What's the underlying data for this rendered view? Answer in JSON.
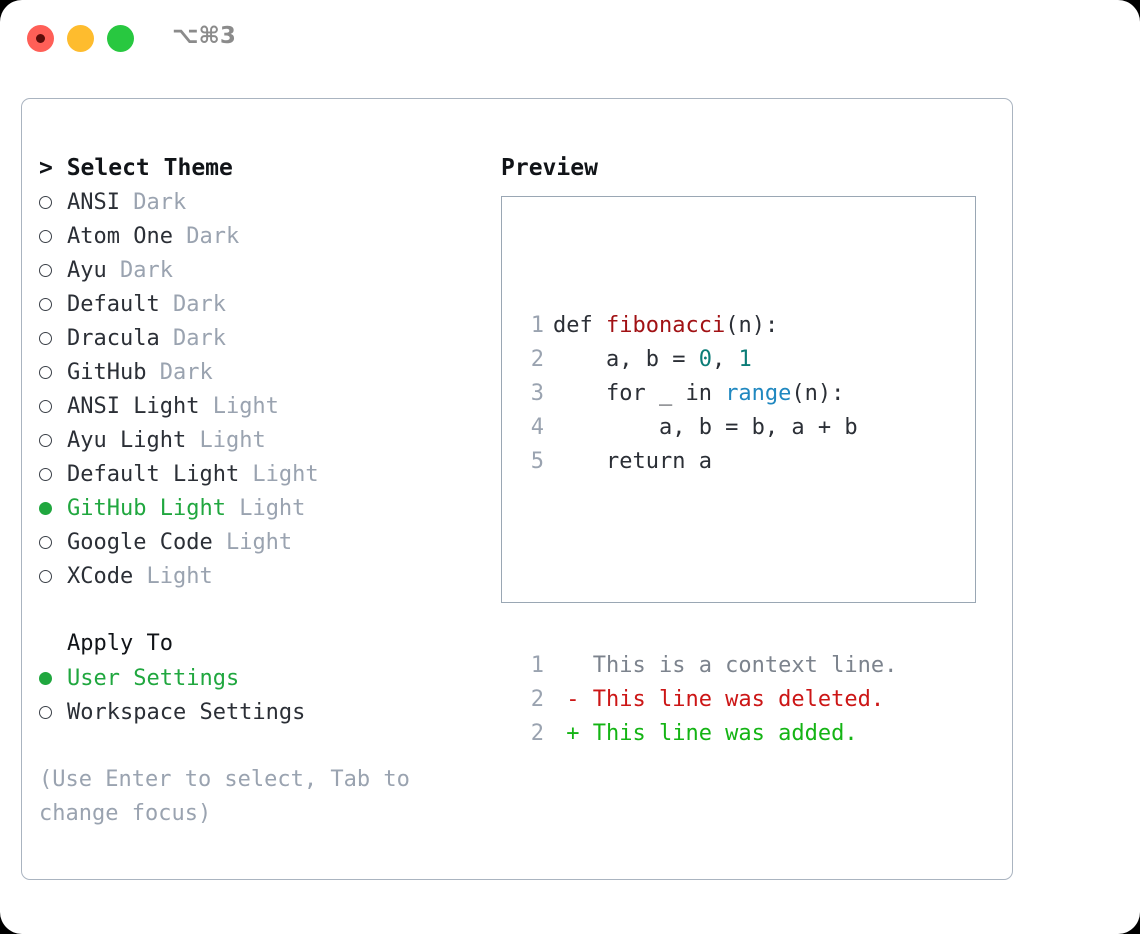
{
  "titlebar": {
    "shortcut": "⌥⌘3",
    "dots": [
      "close-red",
      "minimize-yellow",
      "maximize-green"
    ]
  },
  "colors": {
    "accent_green": "#20a73f",
    "muted": "#9aa3b0",
    "text": "#2b2f36",
    "border": "#aab4c0",
    "panel_border": "#9aa7b4",
    "diff_add": "#14b414",
    "diff_del": "#cc1616",
    "syntax_function": "#a11114",
    "syntax_number": "#0b7c77",
    "syntax_call": "#2088c0"
  },
  "theme_picker": {
    "heading": "> Select Theme",
    "items": [
      {
        "label": "ANSI",
        "suffix": "Dark",
        "selected": false
      },
      {
        "label": "Atom One",
        "suffix": "Dark",
        "selected": false
      },
      {
        "label": "Ayu",
        "suffix": "Dark",
        "selected": false
      },
      {
        "label": "Default",
        "suffix": "Dark",
        "selected": false
      },
      {
        "label": "Dracula",
        "suffix": "Dark",
        "selected": false
      },
      {
        "label": "GitHub",
        "suffix": "Dark",
        "selected": false
      },
      {
        "label": "ANSI Light",
        "suffix": "Light",
        "selected": false
      },
      {
        "label": "Ayu Light",
        "suffix": "Light",
        "selected": false
      },
      {
        "label": "Default Light",
        "suffix": "Light",
        "selected": false
      },
      {
        "label": "GitHub Light",
        "suffix": "Light",
        "selected": true
      },
      {
        "label": "Google Code",
        "suffix": "Light",
        "selected": false
      },
      {
        "label": "XCode",
        "suffix": "Light",
        "selected": false
      }
    ]
  },
  "apply_to": {
    "heading": "Apply To",
    "items": [
      {
        "label": "User Settings",
        "selected": true
      },
      {
        "label": "Workspace Settings",
        "selected": false
      }
    ]
  },
  "hint": "(Use Enter to select, Tab to change focus)",
  "preview": {
    "heading": "Preview",
    "code_lines": [
      {
        "n": "1",
        "parts": [
          {
            "t": "def ",
            "c": "plain"
          },
          {
            "t": "fibonacci",
            "c": "fn"
          },
          {
            "t": "(n):",
            "c": "plain"
          }
        ]
      },
      {
        "n": "2",
        "parts": [
          {
            "t": "    a, b = ",
            "c": "plain"
          },
          {
            "t": "0",
            "c": "num"
          },
          {
            "t": ", ",
            "c": "plain"
          },
          {
            "t": "1",
            "c": "num"
          }
        ]
      },
      {
        "n": "3",
        "parts": [
          {
            "t": "    for _ in ",
            "c": "plain"
          },
          {
            "t": "range",
            "c": "call"
          },
          {
            "t": "(n):",
            "c": "plain"
          }
        ]
      },
      {
        "n": "4",
        "parts": [
          {
            "t": "        a, b = b, a + b",
            "c": "plain"
          }
        ]
      },
      {
        "n": "5",
        "parts": [
          {
            "t": "    return a",
            "c": "plain"
          }
        ]
      }
    ],
    "diff_lines": [
      {
        "n": "1",
        "marker": " ",
        "text": " This is a context line.",
        "kind": "ctx"
      },
      {
        "n": "2",
        "marker": "-",
        "text": " This line was deleted.",
        "kind": "del"
      },
      {
        "n": "2",
        "marker": "+",
        "text": " This line was added.",
        "kind": "add"
      }
    ]
  }
}
